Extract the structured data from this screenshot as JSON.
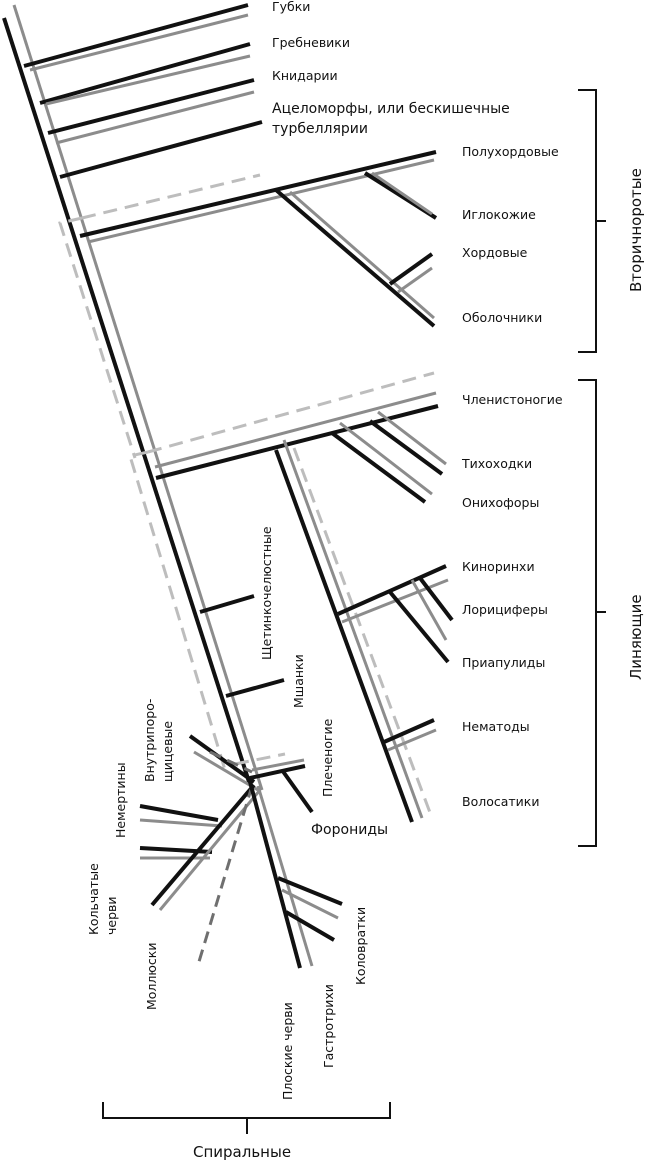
{
  "taxa": {
    "gubki": "Губки",
    "grebneviki": "Гребневики",
    "knidarii": "Книдарии",
    "acelomorfy_line1": "Ацеломорфы, или бескишечные",
    "acelomorfy_line2": "турбеллярии",
    "poluhordovye": "Полухордовые",
    "iglokozhie": "Иглокожие",
    "hordovye": "Хордовые",
    "obolochniki": "Оболочники",
    "chlenistonogie": "Членистоногие",
    "tihohodki": "Тихоходки",
    "onihofory": "Онихофоры",
    "kinorinhi": "Киноринхи",
    "loricifery": "Лорициферы",
    "priapulidy": "Приапулиды",
    "nematody": "Нематоды",
    "volosatiki": "Волосатики",
    "shchetinkochelyustnye": "Щетинкочелюстные",
    "mshanki": "Мшанки",
    "plechenogie": "Плеченогие",
    "foronidy": "Форониды",
    "vnutriporoshchevye_line1": "Внутрипоро-",
    "vnutriporoshchevye_line2": "щицевые",
    "nemertiny": "Немертины",
    "kolchatye_line1": "Кольчатые",
    "kolchatye_line2": "черви",
    "mollyuski": "Моллюски",
    "ploskie": "Плоские черви",
    "gastrotrihi": "Гастротрихи",
    "kolovratki": "Коловратки"
  },
  "groups": {
    "vtorichnorotye": "Вторичноротые",
    "linyayushchie": "Линяющие",
    "spiralnye": "Спиральные"
  }
}
